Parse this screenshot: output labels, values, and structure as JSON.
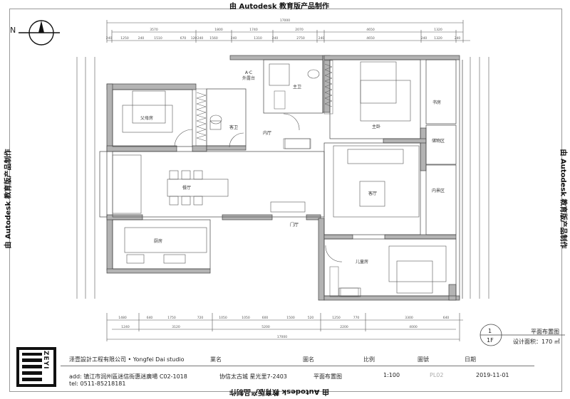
{
  "watermark": "由 Autodesk 教育版产品制作",
  "north_label": "N",
  "rooms": {
    "parents_room": "父母房",
    "ac": "A·C",
    "balcony": "外露台",
    "guest_bath": "客卫",
    "master_bath": "主卫",
    "inner_hall": "内厅",
    "master_bedroom": "主卧",
    "study": "书房",
    "storage": "储物区",
    "living_room": "客厅",
    "inner_view": "内景区",
    "dining_room": "餐厅",
    "kitchen": "厨房",
    "foyer": "门厅",
    "child_room": "儿童房"
  },
  "dimensions": {
    "top_total": "17000",
    "top_row2": [
      "3570",
      "1800",
      "1740",
      "2070",
      "4650",
      "1320"
    ],
    "top_row3": [
      "240",
      "1250",
      "240",
      "1510",
      "670",
      "120",
      "240",
      "1560",
      "240",
      "1310",
      "240",
      "2750",
      "240",
      "4650",
      "240",
      "1320",
      "240"
    ],
    "bottom_row1": [
      "1480",
      "640",
      "1750",
      "720",
      "1050",
      "1050",
      "600",
      "1500",
      "520",
      "1250",
      "770",
      "3300",
      "640"
    ],
    "bottom_row2": [
      "1240",
      "3120",
      "5200",
      "2200",
      "4000"
    ],
    "bottom_total": "17000"
  },
  "drawing_tag": {
    "number": "1",
    "floor": "1F",
    "title": "平面布置图",
    "area": "设计面积：170 ㎡"
  },
  "title_block": {
    "logo_text": "ZEYI",
    "company": "泽壹設計工程有限公司 • Yongfei Dai studio",
    "address": "add: 镇江市润州區迷信街惠迷廣場 C02-1018",
    "tel": "tel: 0511-85218181",
    "project_label": "業名",
    "project_value": "协信太古城 星光里7-2403",
    "drawing_name_label": "圖名",
    "drawing_name_value": "平面布置图",
    "scale_label": "比例",
    "scale_value": "1:100",
    "drawing_no_label": "圖號",
    "drawing_no_value": "PL02",
    "date_label": "日期",
    "date_value": "2019-11-01"
  }
}
